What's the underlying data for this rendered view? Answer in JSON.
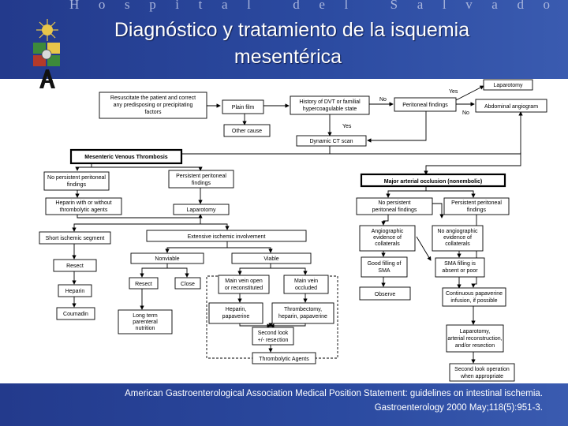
{
  "header": {
    "hospital_name": "Hospital del Salvador",
    "title_line1": "Diagnóstico y tratamiento de la isquemia",
    "title_line2": "mesentérica"
  },
  "flowchart": {
    "resuscitate": [
      "Resuscitate the patient and correct",
      "any predisposing or precipitating",
      "factors"
    ],
    "plain_film": "Plain film",
    "other_cause": "Other cause",
    "history": [
      "History of DVT or familial",
      "hypercoagulable state"
    ],
    "dynamic_ct": "Dynamic CT scan",
    "peritoneal_findings": "Peritoneal findings",
    "laparotomy_top": "Laparotomy",
    "abdominal_angiogram": "Abdominal angiogram",
    "mvt": "Mesenteric Venous Thrombosis",
    "mvt_no_persistent": [
      "No persistent peritoneal",
      "findings"
    ],
    "mvt_persistent": [
      "Persistent peritoneal",
      "findings"
    ],
    "heparin_thrombolytic": [
      "Heparin with or without",
      "thrombolytic agents"
    ],
    "laparotomy_mvt": "Laparotomy",
    "short_segment": "Short ischemic segment",
    "extensive": "Extensive ischemic involvement",
    "resect_short": "Resect",
    "heparin_short": "Heparin",
    "coumadin": "Coumadin",
    "nonviable": "Nonviable",
    "viable": "Viable",
    "resect_nv": "Resect",
    "close": "Close",
    "tpn": [
      "Long term",
      "parenteral",
      "nutrition"
    ],
    "main_vein_open": [
      "Main vein open",
      "or reconstituted"
    ],
    "main_vein_occluded": [
      "Main vein",
      "occluded"
    ],
    "heparin_papaverine": [
      "Heparin,",
      "papaverine"
    ],
    "thrombectomy": [
      "Thrombectomy,",
      "heparin, papaverine"
    ],
    "second_look": [
      "Second look",
      "+/- resection"
    ],
    "thrombolytic_agents": "Thrombolytic Agents",
    "major_arterial": "Major arterial occlusion (nonembolic)",
    "art_no_persistent": [
      "No persistent",
      "peritoneal findings"
    ],
    "art_persistent": [
      "Persistent peritoneal",
      "findings"
    ],
    "angio_evidence": [
      "Angiographic",
      "evidence of",
      "collaterals"
    ],
    "no_angio_evidence": [
      "No angiographic",
      "evidence of",
      "collaterals"
    ],
    "good_filling": [
      "Good filling of",
      "SMA"
    ],
    "sma_filling": [
      "SMA filling is",
      "absent or poor"
    ],
    "observe": "Observe",
    "continuous_papaverine": [
      "Continuous papaverine",
      "infusion, if possible"
    ],
    "laparotomy_arterial": [
      "Laparotomy,",
      "arterial reconstruction,",
      "and/or resection"
    ],
    "second_look_op": [
      "Second look operation",
      "when appropriate"
    ],
    "label_no": "No",
    "label_yes": "Yes"
  },
  "footer": {
    "citation_line1": "American Gastroenterological Association Medical Position Statement: guidelines on intestinal ischemia.",
    "citation_line2": "Gastroenterology 2000 May;118(5):951-3."
  },
  "colors": {
    "header_blue": "#2b4aa0",
    "footer_blue": "#2b4aa0",
    "title_text": "#ffffff"
  }
}
